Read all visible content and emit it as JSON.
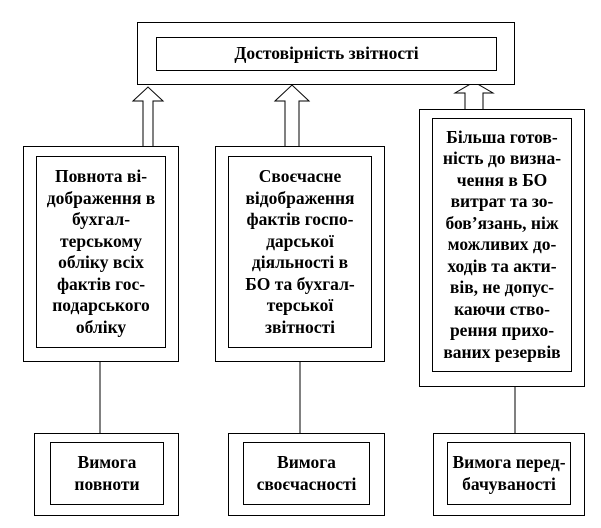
{
  "title": {
    "text": "Достовірність звітності"
  },
  "columns": [
    {
      "description": "Повнота ві-\nдображення в\nбухгал-\nтерському\nобліку всіх\nфактів гос-\nподарського\nобліку",
      "requirement": "Вимога\nповноти"
    },
    {
      "description": "Своєчасне\nвідображення\nфактів госпо-\nдарської\nдіяльності в\nБО та бухгал-\nтерської\nзвітності",
      "requirement": "Вимога\nсвоєчасності"
    },
    {
      "description": "Більша готов-\nність до визна-\nчення в БО\nвитрат та зо-\nбов’язань, ніж\nможливих до-\nходів та акти-\nвів, не допус-\nкаючи ство-\nрення прихо-\nваних резервів",
      "requirement": "Вимога перед-\nбачуваності"
    }
  ]
}
